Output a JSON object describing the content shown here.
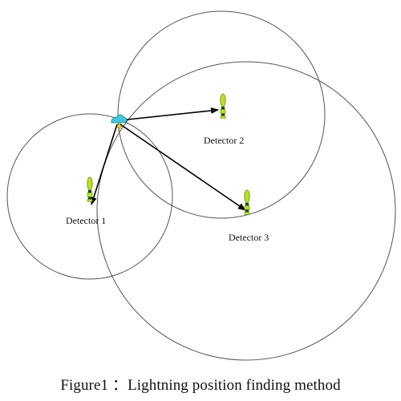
{
  "detectors": [
    {
      "label": "Detector 1"
    },
    {
      "label": "Detector 2"
    },
    {
      "label": "Detector 3"
    }
  ],
  "caption": "Figure1 ：Lightning position finding method",
  "colors": {
    "circle_stroke": "#555555",
    "arrow": "#000000",
    "detector_green": "#b5e51d",
    "cloud_cyan": "#40c8e0",
    "lightning_yellow": "#ffe020"
  }
}
